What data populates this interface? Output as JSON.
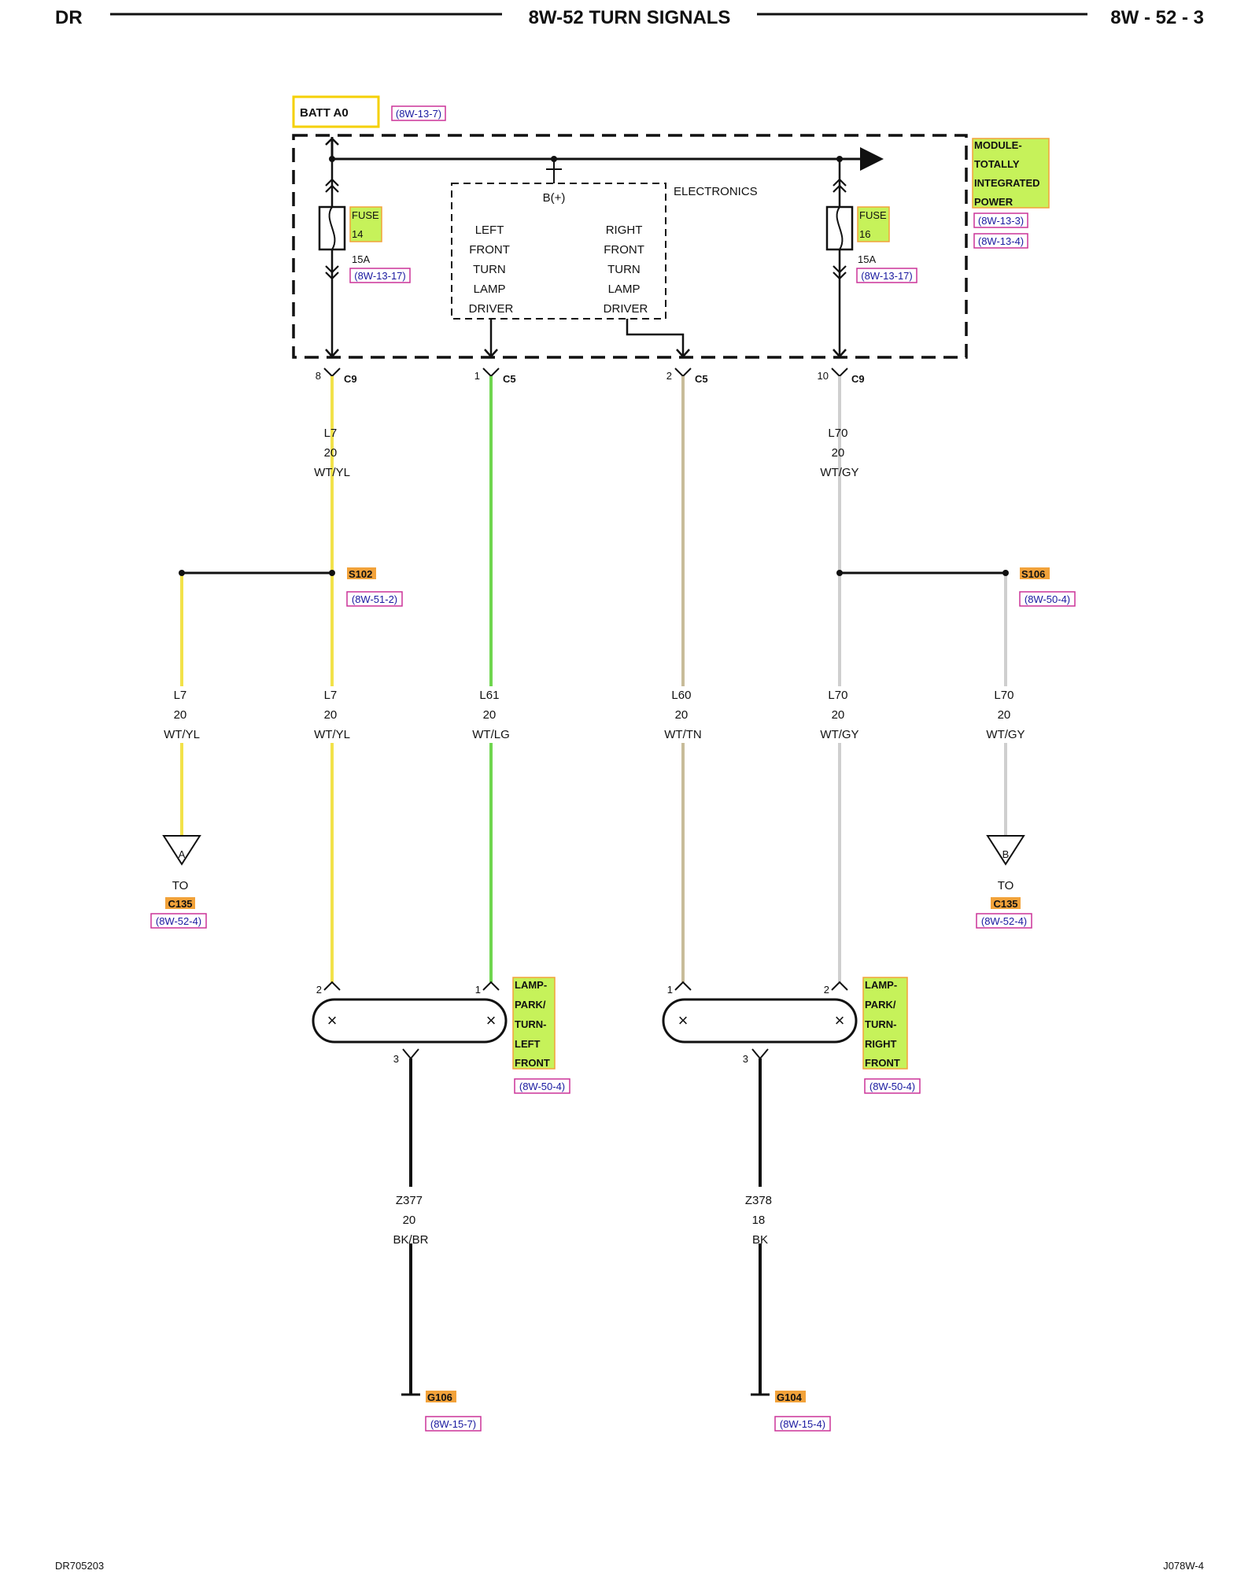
{
  "header": {
    "left": "DR",
    "title": "8W-52 TURN SIGNALS",
    "right": "8W - 52 - 3"
  },
  "footer": {
    "left": "DR705203",
    "right": "J078W-4"
  },
  "battery": {
    "label": "BATT A0",
    "ref": "(8W-13-7)"
  },
  "module": {
    "name_lines": [
      "MODULE-",
      "TOTALLY",
      "INTEGRATED",
      "POWER"
    ],
    "refs": [
      "(8W-13-3)",
      "(8W-13-4)"
    ],
    "electronics_label": "ELECTRONICS",
    "bplus": "B(+)",
    "left_driver_lines": [
      "LEFT",
      "FRONT",
      "TURN",
      "LAMP",
      "DRIVER"
    ],
    "right_driver_lines": [
      "RIGHT",
      "FRONT",
      "TURN",
      "LAMP",
      "DRIVER"
    ],
    "fuse_left": {
      "label": "FUSE",
      "number": "14",
      "rating": "15A",
      "ref": "(8W-13-17)"
    },
    "fuse_right": {
      "label": "FUSE",
      "number": "16",
      "rating": "15A",
      "ref": "(8W-13-17)"
    }
  },
  "connectors": {
    "c9_left": {
      "pin": "8",
      "name": "C9"
    },
    "c5_left": {
      "pin": "1",
      "name": "C5"
    },
    "c5_right": {
      "pin": "2",
      "name": "C5"
    },
    "c9_right": {
      "pin": "10",
      "name": "C9"
    }
  },
  "wires_upper": {
    "l7": {
      "circuit": "L7",
      "gauge": "20",
      "color": "WT/YL"
    },
    "l70": {
      "circuit": "L70",
      "gauge": "20",
      "color": "WT/GY"
    }
  },
  "splices": {
    "s102": {
      "name": "S102",
      "ref": "(8W-51-2)"
    },
    "s106": {
      "name": "S106",
      "ref": "(8W-50-4)"
    }
  },
  "wires_lower": {
    "l7_branch": {
      "circuit": "L7",
      "gauge": "20",
      "color": "WT/YL"
    },
    "l7_main": {
      "circuit": "L7",
      "gauge": "20",
      "color": "WT/YL"
    },
    "l61": {
      "circuit": "L61",
      "gauge": "20",
      "color": "WT/LG"
    },
    "l60": {
      "circuit": "L60",
      "gauge": "20",
      "color": "WT/TN"
    },
    "l70_main": {
      "circuit": "L70",
      "gauge": "20",
      "color": "WT/GY"
    },
    "l70_branch": {
      "circuit": "L70",
      "gauge": "20",
      "color": "WT/GY"
    }
  },
  "offpage": {
    "a": {
      "letter": "A",
      "to": "TO",
      "connector": "C135",
      "ref": "(8W-52-4)"
    },
    "b": {
      "letter": "B",
      "to": "TO",
      "connector": "C135",
      "ref": "(8W-52-4)"
    }
  },
  "lamp_left": {
    "name_lines": [
      "LAMP-",
      "PARK/",
      "TURN-",
      "LEFT",
      "FRONT"
    ],
    "ref": "(8W-50-4)",
    "pin_a": "2",
    "pin_b": "1",
    "pin_ground": "3"
  },
  "lamp_right": {
    "name_lines": [
      "LAMP-",
      "PARK/",
      "TURN-",
      "RIGHT",
      "FRONT"
    ],
    "ref": "(8W-50-4)",
    "pin_a": "1",
    "pin_b": "2",
    "pin_ground": "3"
  },
  "grounds": {
    "z377": {
      "circuit": "Z377",
      "gauge": "20",
      "color": "BK/BR",
      "ground": "G106",
      "ref": "(8W-15-7)"
    },
    "z378": {
      "circuit": "Z378",
      "gauge": "18",
      "color": "BK",
      "ground": "G104",
      "ref": "(8W-15-4)"
    }
  },
  "colors": {
    "wire_yellow": "#f2e24a",
    "wire_green": "#6fd64f",
    "wire_tan": "#c8bc9a",
    "wire_gray": "#cfcfcf",
    "highlight_green": "#c6f25a",
    "highlight_orange": "#f2a23a",
    "reference_border": "#cc3399"
  }
}
